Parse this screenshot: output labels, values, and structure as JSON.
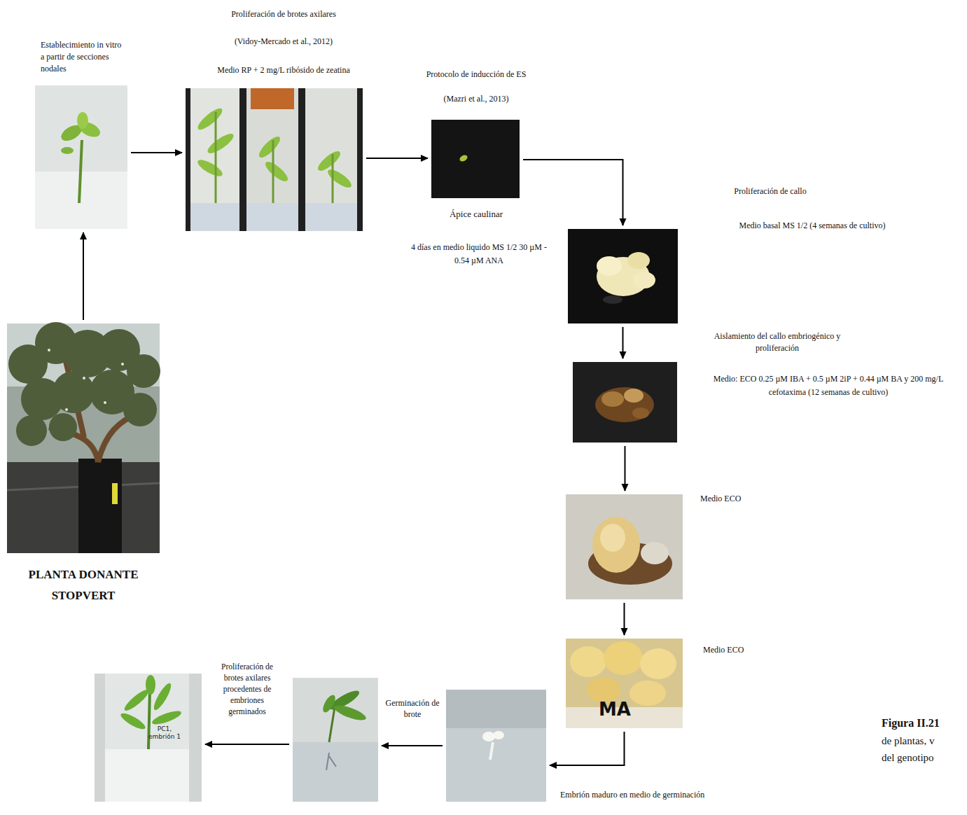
{
  "diagram": {
    "nodes": [
      {
        "text": [
          "PLANTA DONANTE STOPVERT"
        ]
      },
      {
        "text": [
          "Establecimiento in vitro a partir de secciones nodales"
        ]
      },
      {
        "text": [
          "Proliferación de brotes axilares",
          "(Vidoy-Mercado et al., 2012)",
          "Medio RP + 2 mg/L ribósido de zeatina"
        ]
      },
      {
        "text": [
          "Protocolo de inducción de ES",
          "(Mazri et al., 2013)",
          "Ápice caulinar",
          "4 días en medio liquido MS 1/2 30 µM - 0.54 µM ANA"
        ]
      },
      {
        "text": [
          "Proliferación de callo",
          "Medio basal MS 1/2 (4 semanas de cultivo)"
        ]
      },
      {
        "text": [
          "Aislamiento del callo embriogénico y proliferación",
          "Medio: ECO 0.25 µM IBA + 0.5 µM 2iP + 0.44 µM BA y 200 mg/L cefotaxima (12 semanas de cultivo)"
        ]
      },
      {
        "text": [
          "Medio ECO"
        ]
      },
      {
        "text": [
          "Medio ECO"
        ]
      },
      {
        "text": [
          "Embrión maduro en medio de germinación"
        ]
      },
      {
        "text": [
          "Germinación de brote"
        ]
      },
      {
        "text": [
          "Proliferación de brotes axilares procedentes de embriones germinados"
        ]
      }
    ],
    "edges": [
      {
        "from": 0,
        "to": 1,
        "arrow": "to"
      },
      {
        "from": 1,
        "to": 2,
        "arrow": "to"
      },
      {
        "from": 2,
        "to": 3,
        "arrow": "to"
      },
      {
        "from": 3,
        "to": 4,
        "arrow": "to"
      },
      {
        "from": 4,
        "to": 5,
        "arrow": "to"
      },
      {
        "from": 5,
        "to": 6,
        "arrow": "to"
      },
      {
        "from": 6,
        "to": 7,
        "arrow": "to"
      },
      {
        "from": 7,
        "to": 8,
        "arrow": "to"
      },
      {
        "from": 8,
        "to": 9,
        "arrow": "to"
      },
      {
        "from": 9,
        "to": 10,
        "arrow": "to"
      }
    ],
    "labels": [
      "MA",
      "PC1, embrión 1",
      "Figura II.21",
      "de plantas, v",
      "del genotipo"
    ]
  }
}
